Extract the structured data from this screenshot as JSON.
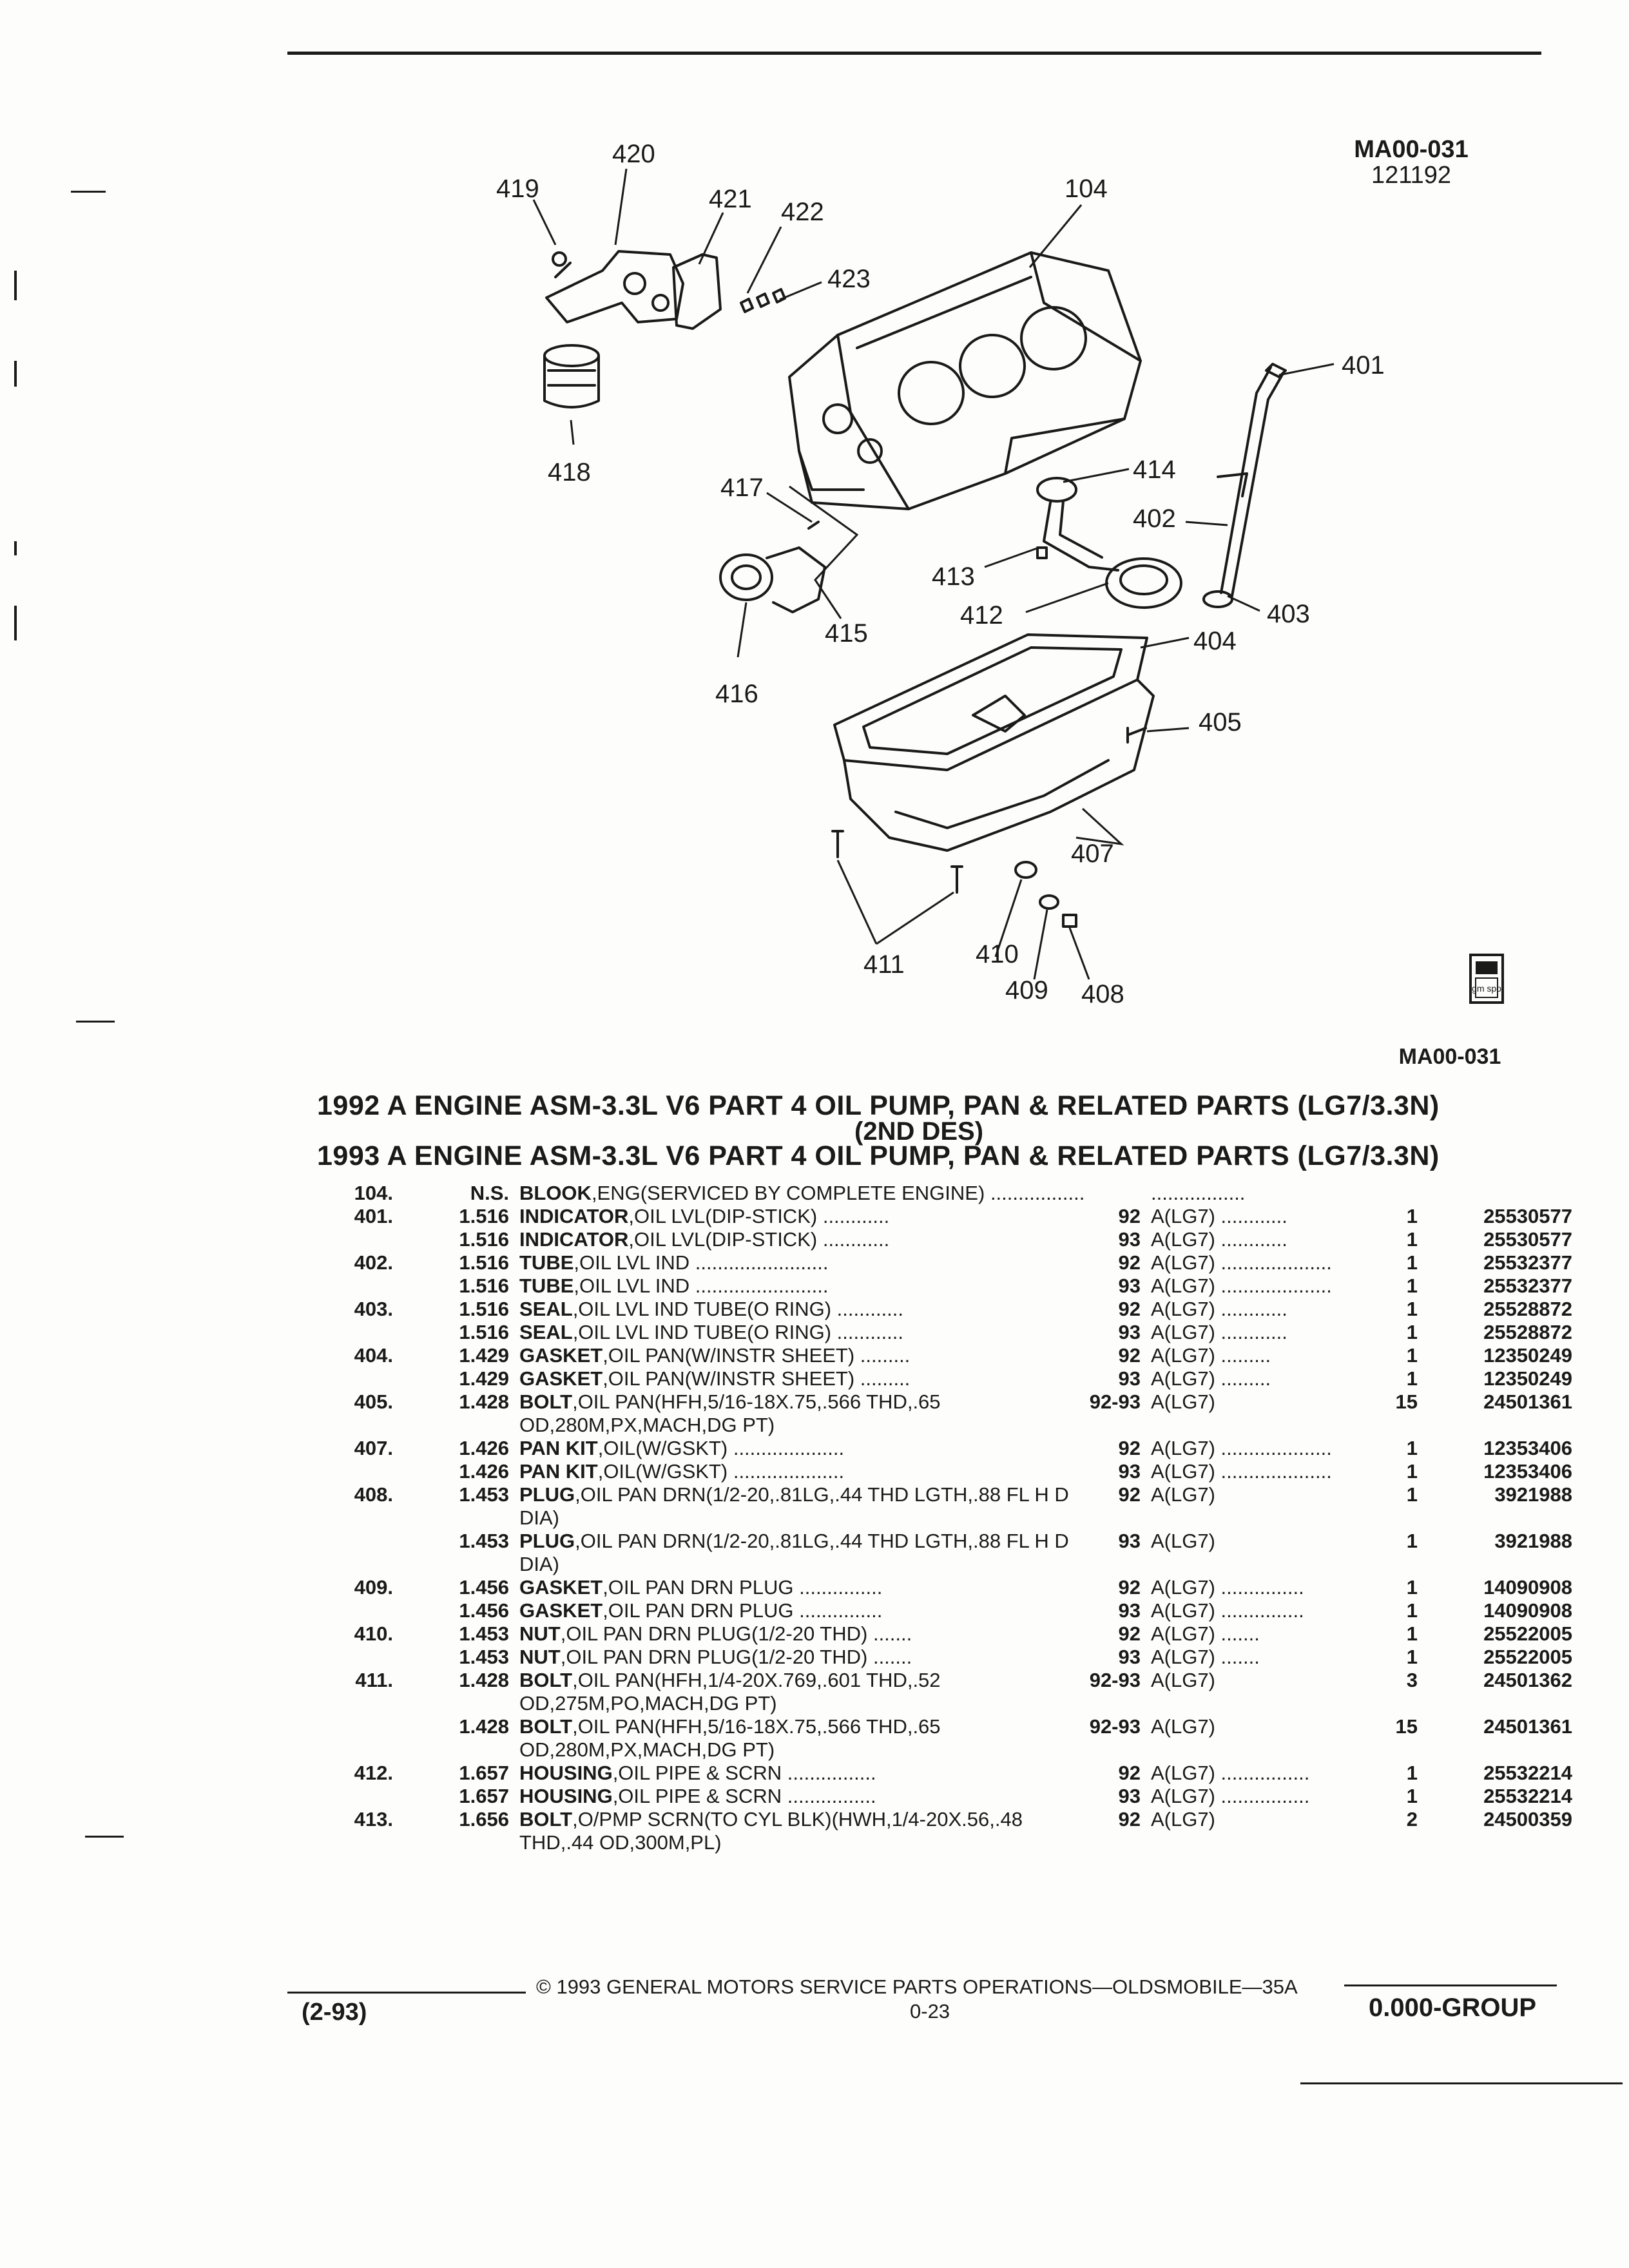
{
  "diagram": {
    "code": "MA00-031",
    "date": "121192",
    "caption": "MA00-031",
    "logo_text": "gm spo",
    "callouts": [
      "419",
      "420",
      "421",
      "422",
      "423",
      "104",
      "401",
      "418",
      "417",
      "414",
      "402",
      "413",
      "412",
      "403",
      "415",
      "416",
      "404",
      "405",
      "407",
      "411",
      "410",
      "409",
      "408"
    ]
  },
  "headings": {
    "line1": "1992 A ENGINE ASM-3.3L V6 PART 4 OIL PUMP, PAN & RELATED PARTS (LG7/3.3N)",
    "sub": "(2ND DES)",
    "line2": "1993 A ENGINE ASM-3.3L V6 PART 4 OIL PUMP, PAN & RELATED PARTS (LG7/3.3N)"
  },
  "parts": [
    {
      "ref": "104.",
      "cat": "N.S.",
      "name": "BLOOK",
      "desc": ",ENG(SERVICED BY COMPLETE ENGINE)",
      "dots": ".................",
      "year": "",
      "eng": "",
      "qty": "",
      "pn": ""
    },
    {
      "ref": "401.",
      "cat": "1.516",
      "name": "INDICATOR",
      "desc": ",OIL LVL(DIP-STICK)",
      "dots": "............",
      "year": "92",
      "eng": "A(LG7)",
      "qty": "1",
      "pn": "25530577"
    },
    {
      "ref": "",
      "cat": "1.516",
      "name": "INDICATOR",
      "desc": ",OIL LVL(DIP-STICK)",
      "dots": "............",
      "year": "93",
      "eng": "A(LG7)",
      "qty": "1",
      "pn": "25530577"
    },
    {
      "ref": "402.",
      "cat": "1.516",
      "name": "TUBE",
      "desc": ",OIL LVL IND",
      "dots": "........................",
      "year": "92",
      "eng": "A(LG7)",
      "qty": "1",
      "pn": "25532377"
    },
    {
      "ref": "",
      "cat": "1.516",
      "name": "TUBE",
      "desc": ",OIL LVL IND",
      "dots": "........................",
      "year": "93",
      "eng": "A(LG7)",
      "qty": "1",
      "pn": "25532377"
    },
    {
      "ref": "403.",
      "cat": "1.516",
      "name": "SEAL",
      "desc": ",OIL LVL IND TUBE(O RING)",
      "dots": "............",
      "year": "92",
      "eng": "A(LG7)",
      "qty": "1",
      "pn": "25528872"
    },
    {
      "ref": "",
      "cat": "1.516",
      "name": "SEAL",
      "desc": ",OIL LVL IND TUBE(O RING)",
      "dots": "............",
      "year": "93",
      "eng": "A(LG7)",
      "qty": "1",
      "pn": "25528872"
    },
    {
      "ref": "404.",
      "cat": "1.429",
      "name": "GASKET",
      "desc": ",OIL PAN(W/INSTR SHEET)",
      "dots": ".........",
      "year": "92",
      "eng": "A(LG7)",
      "qty": "1",
      "pn": "12350249"
    },
    {
      "ref": "",
      "cat": "1.429",
      "name": "GASKET",
      "desc": ",OIL PAN(W/INSTR SHEET)",
      "dots": ".........",
      "year": "93",
      "eng": "A(LG7)",
      "qty": "1",
      "pn": "12350249"
    },
    {
      "ref": "405.",
      "cat": "1.428",
      "name": "BOLT",
      "desc": ",OIL PAN(HFH,5/16-18X.75,.566 THD,.65 OD,280M,PX,MACH,DG PT)",
      "dots": "",
      "year": "92-93",
      "eng": "A(LG7)",
      "qty": "15",
      "pn": "24501361"
    },
    {
      "ref": "407.",
      "cat": "1.426",
      "name": "PAN KIT",
      "desc": ",OIL(W/GSKT)",
      "dots": "....................",
      "year": "92",
      "eng": "A(LG7)",
      "qty": "1",
      "pn": "12353406"
    },
    {
      "ref": "",
      "cat": "1.426",
      "name": "PAN KIT",
      "desc": ",OIL(W/GSKT)",
      "dots": "....................",
      "year": "93",
      "eng": "A(LG7)",
      "qty": "1",
      "pn": "12353406"
    },
    {
      "ref": "408.",
      "cat": "1.453",
      "name": "PLUG",
      "desc": ",OIL PAN DRN(1/2-20,.81LG,.44 THD LGTH,.88 FL H D DIA)",
      "dots": "",
      "year": "92",
      "eng": "A(LG7)",
      "qty": "1",
      "pn": "3921988"
    },
    {
      "ref": "",
      "cat": "1.453",
      "name": "PLUG",
      "desc": ",OIL PAN DRN(1/2-20,.81LG,.44 THD LGTH,.88 FL H D DIA)",
      "dots": "",
      "year": "93",
      "eng": "A(LG7)",
      "qty": "1",
      "pn": "3921988"
    },
    {
      "ref": "409.",
      "cat": "1.456",
      "name": "GASKET",
      "desc": ",OIL PAN DRN PLUG",
      "dots": "...............",
      "year": "92",
      "eng": "A(LG7)",
      "qty": "1",
      "pn": "14090908"
    },
    {
      "ref": "",
      "cat": "1.456",
      "name": "GASKET",
      "desc": ",OIL PAN DRN PLUG",
      "dots": "...............",
      "year": "93",
      "eng": "A(LG7)",
      "qty": "1",
      "pn": "14090908"
    },
    {
      "ref": "410.",
      "cat": "1.453",
      "name": "NUT",
      "desc": ",OIL PAN DRN PLUG(1/2-20 THD)",
      "dots": ".......",
      "year": "92",
      "eng": "A(LG7)",
      "qty": "1",
      "pn": "25522005"
    },
    {
      "ref": "",
      "cat": "1.453",
      "name": "NUT",
      "desc": ",OIL PAN DRN PLUG(1/2-20 THD)",
      "dots": ".......",
      "year": "93",
      "eng": "A(LG7)",
      "qty": "1",
      "pn": "25522005"
    },
    {
      "ref": "411.",
      "cat": "1.428",
      "name": "BOLT",
      "desc": ",OIL PAN(HFH,1/4-20X.769,.601 THD,.52 OD,275M,PO,MACH,DG PT)",
      "dots": "",
      "year": "92-93",
      "eng": "A(LG7)",
      "qty": "3",
      "pn": "24501362"
    },
    {
      "ref": "",
      "cat": "1.428",
      "name": "BOLT",
      "desc": ",OIL PAN(HFH,5/16-18X.75,.566 THD,.65 OD,280M,PX,MACH,DG PT)",
      "dots": "",
      "year": "92-93",
      "eng": "A(LG7)",
      "qty": "15",
      "pn": "24501361"
    },
    {
      "ref": "412.",
      "cat": "1.657",
      "name": "HOUSING",
      "desc": ",OIL PIPE & SCRN",
      "dots": "................",
      "year": "92",
      "eng": "A(LG7)",
      "qty": "1",
      "pn": "25532214"
    },
    {
      "ref": "",
      "cat": "1.657",
      "name": "HOUSING",
      "desc": ",OIL PIPE & SCRN",
      "dots": "................",
      "year": "93",
      "eng": "A(LG7)",
      "qty": "1",
      "pn": "25532214"
    },
    {
      "ref": "413.",
      "cat": "1.656",
      "name": "BOLT",
      "desc": ",O/PMP SCRN(TO CYL BLK)(HWH,1/4-20X.56,.48 THD,.44 OD,300M,PL)",
      "dots": "",
      "year": "92",
      "eng": "A(LG7)",
      "qty": "2",
      "pn": "24500359"
    }
  ],
  "footer": {
    "copyright": "© 1993 GENERAL MOTORS SERVICE PARTS OPERATIONS—OLDSMOBILE—35A",
    "date": "(2-93)",
    "page": "0-23",
    "group": "0.000-GROUP"
  }
}
